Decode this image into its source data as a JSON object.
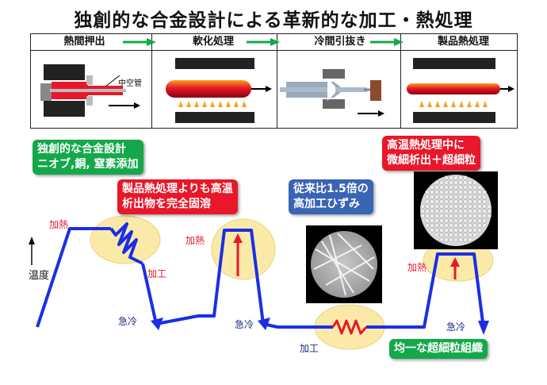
{
  "title": "独創的な合金設計による革新的な加工・熱処理",
  "stages": [
    "熱間押出",
    "軟化処理",
    "冷間引抜き",
    "製品熱処理"
  ],
  "stage_labels": {
    "hollow_tube": "中空管"
  },
  "boxes": {
    "alloy_design": [
      "独創的な合金設計",
      "ニオブ,銅, 窒素添加"
    ],
    "full_solution": [
      "製品熱処理よりも高温",
      "析出物を完全固溶"
    ],
    "strain": [
      "従来比1.5倍の",
      "高加工ひずみ"
    ],
    "fine_precip": [
      "高温熱処理中に",
      "微細析出＋超細粒"
    ],
    "result": "均一な超細粒組織"
  },
  "graph": {
    "y_axis": "温度",
    "heat_1": "加熱",
    "heat_2": "加熱",
    "heat_3": "加熱",
    "work_1": "加工",
    "work_2": "加工",
    "quench_1": "急冷",
    "quench_2": "急冷",
    "quench_3": "急冷"
  },
  "colors": {
    "green": "#14a84a",
    "red": "#e8172a",
    "blue": "#3a64b4",
    "line": "#1a2ee6",
    "ellipse": "#fbe9a8"
  }
}
